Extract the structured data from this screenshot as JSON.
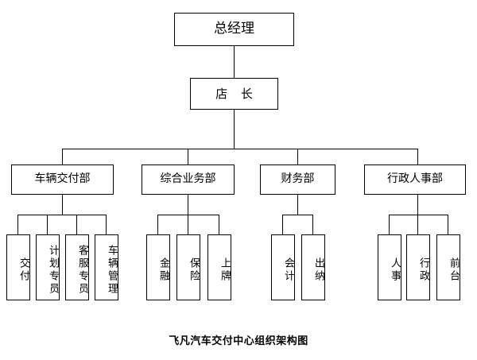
{
  "chart_title": "飞凡汽车交付中心组织架构图",
  "nodes": {
    "general_manager": "总经理",
    "store_manager": "店  长"
  },
  "departments": [
    {
      "name": "车辆交付部",
      "children": [
        "交付",
        "计划专员",
        "客服专员",
        "车辆管理"
      ]
    },
    {
      "name": "综合业务部",
      "children": [
        "金融",
        "保险",
        "上牌"
      ]
    },
    {
      "name": "财务部",
      "children": [
        "会计",
        "出纳"
      ]
    },
    {
      "name": "行政人事部",
      "children": [
        "人事",
        "行政",
        "前台"
      ]
    }
  ],
  "style": {
    "line_color": "#000000",
    "box_fill": "#ffffff",
    "text_color": "#000000"
  }
}
